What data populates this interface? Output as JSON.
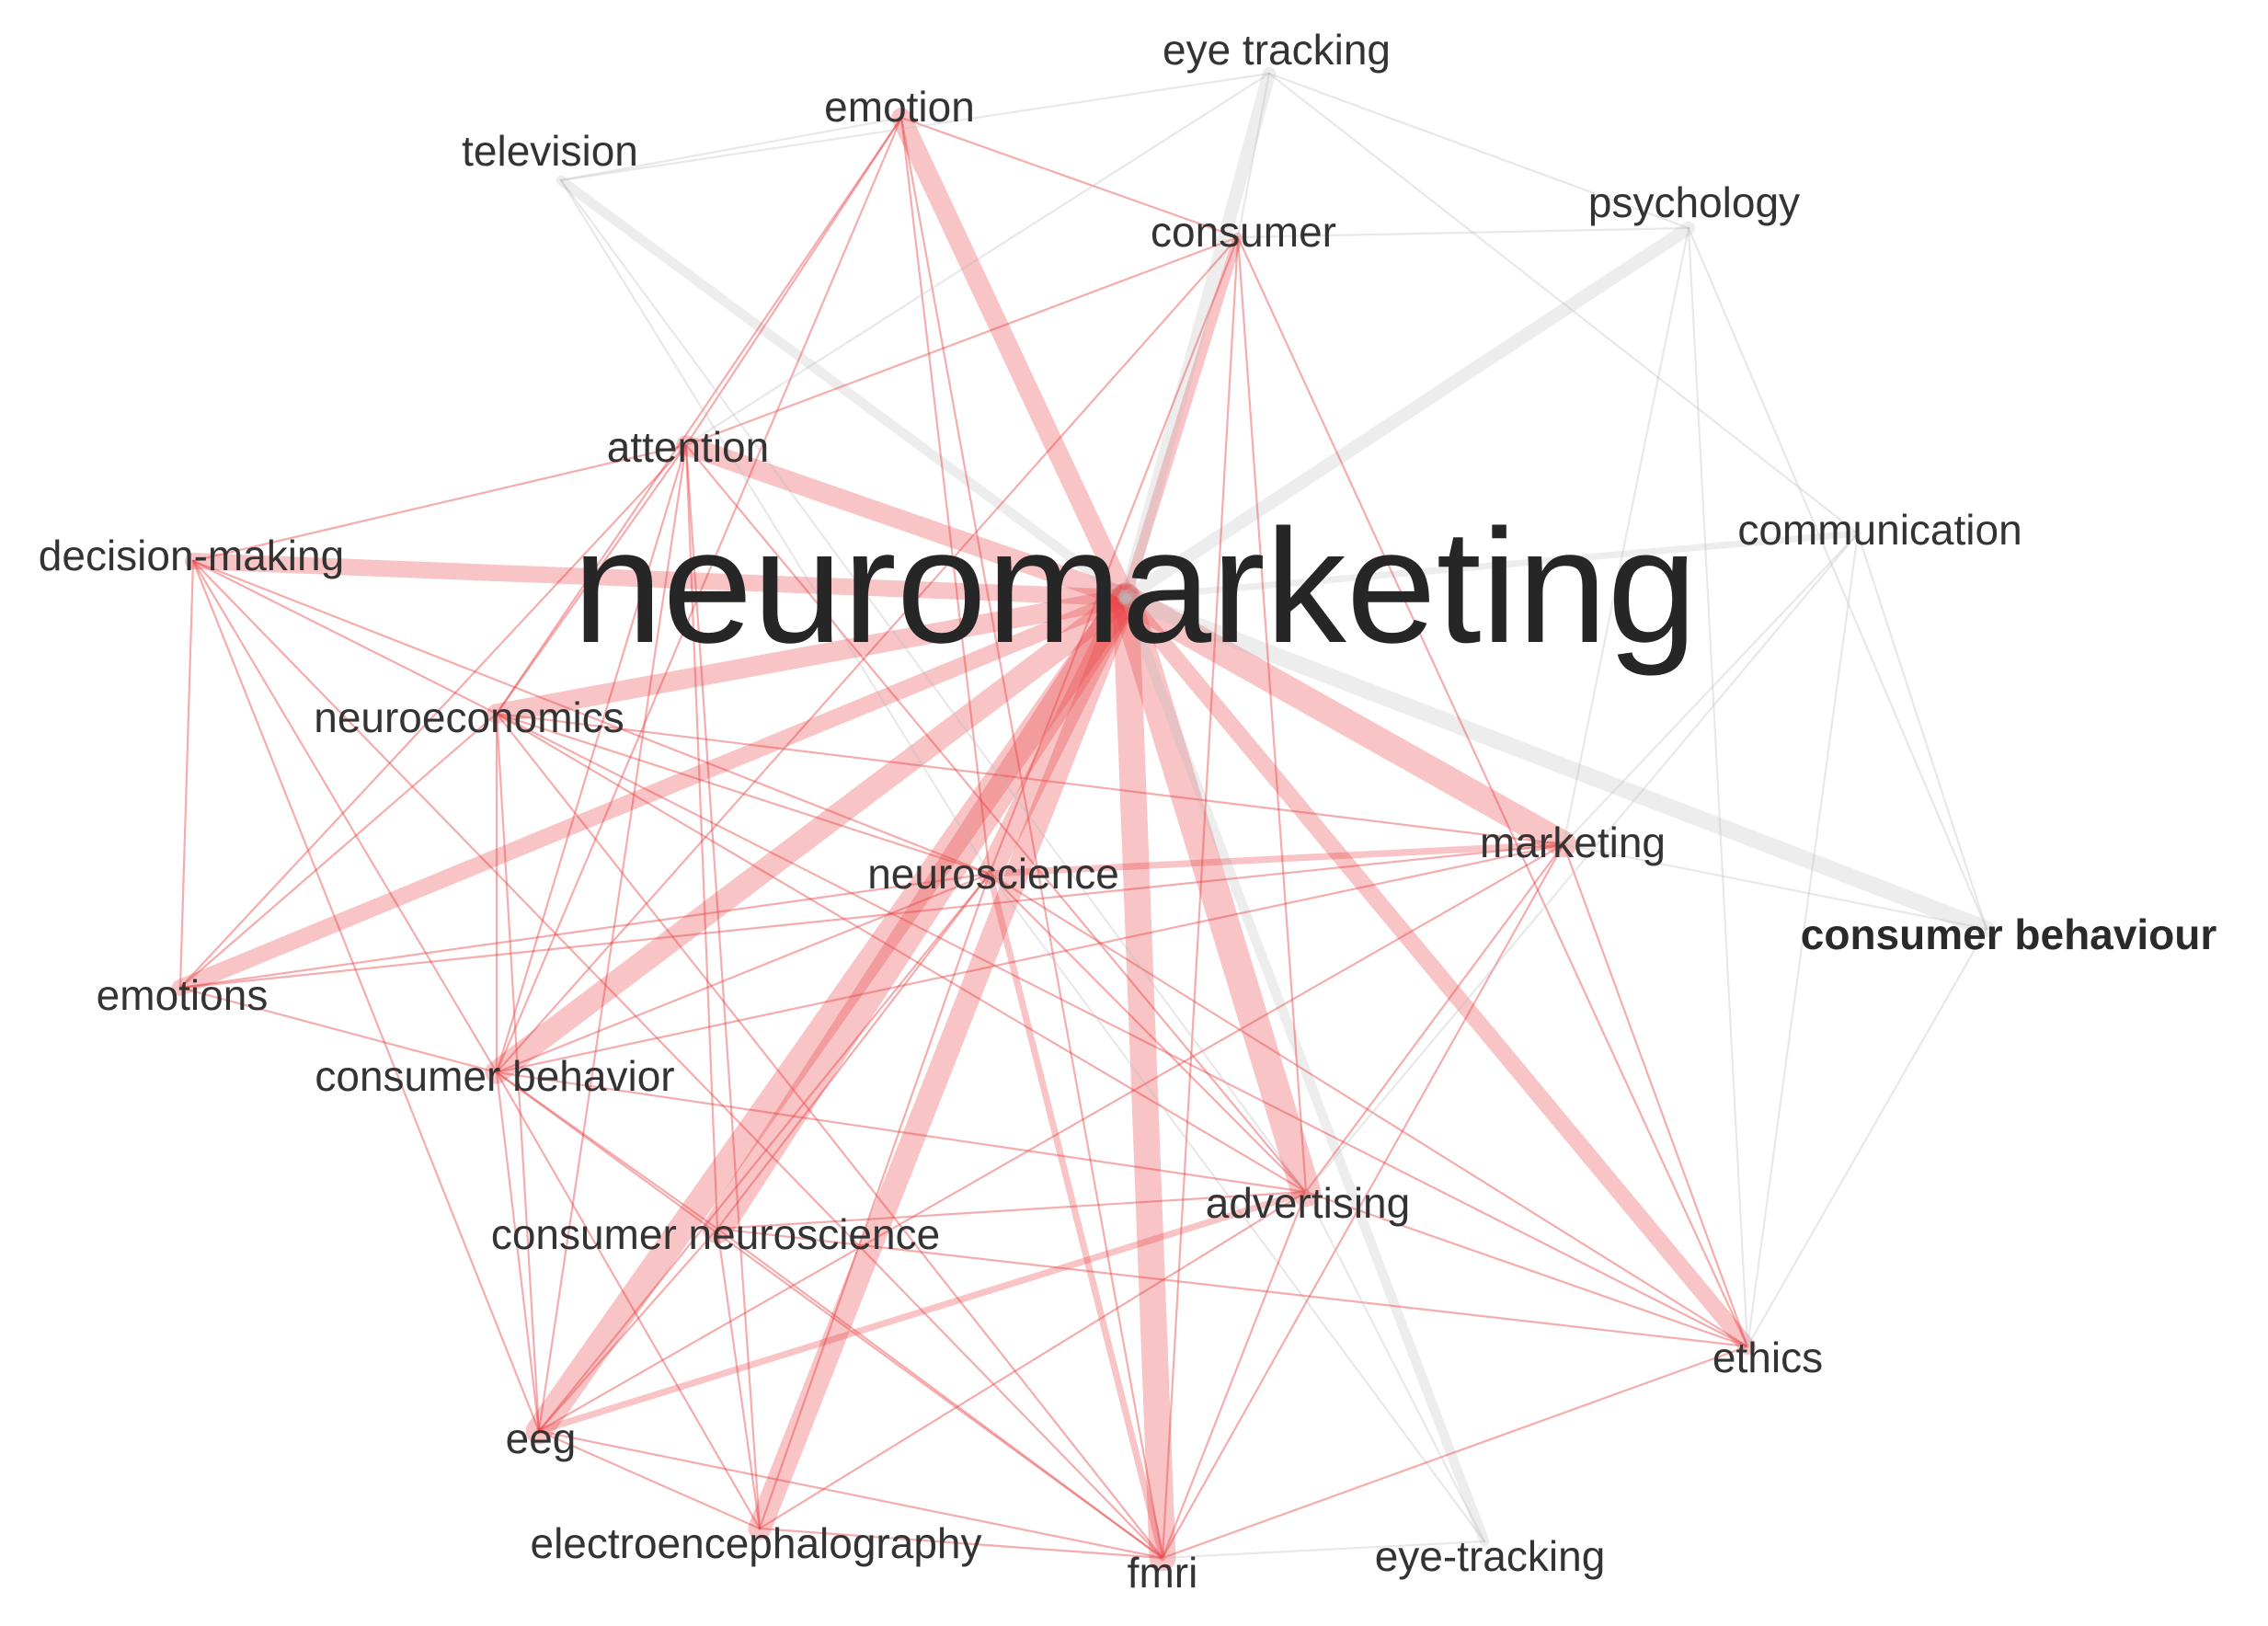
{
  "diagram": {
    "type": "keyword-co-occurrence-network",
    "colors": {
      "red_edge": "#e8464a",
      "gray_edge": "#bdbdbd",
      "label": "#333333",
      "background": "#ffffff"
    },
    "nodes": [
      {
        "id": "eye_tracking",
        "label": "eye tracking",
        "group": "gray"
      },
      {
        "id": "emotion",
        "label": "emotion",
        "group": "red"
      },
      {
        "id": "television",
        "label": "television",
        "group": "gray"
      },
      {
        "id": "consumer",
        "label": "consumer",
        "group": "red"
      },
      {
        "id": "psychology",
        "label": "psychology",
        "group": "gray"
      },
      {
        "id": "attention",
        "label": "attention",
        "group": "red"
      },
      {
        "id": "decision_making",
        "label": "decision-making",
        "group": "red"
      },
      {
        "id": "neuromarketing",
        "label": "neuromarketing",
        "group": "red"
      },
      {
        "id": "communication",
        "label": "communication",
        "group": "gray"
      },
      {
        "id": "neuroeconomics",
        "label": "neuroeconomics",
        "group": "red"
      },
      {
        "id": "marketing",
        "label": "marketing",
        "group": "red"
      },
      {
        "id": "neuroscience",
        "label": "neuroscience",
        "group": "red"
      },
      {
        "id": "consumer_behaviour",
        "label": "consumer behaviour",
        "group": "gray"
      },
      {
        "id": "emotions",
        "label": "emotions",
        "group": "red"
      },
      {
        "id": "consumer_behavior",
        "label": "consumer behavior",
        "group": "red"
      },
      {
        "id": "advertising",
        "label": "advertising",
        "group": "red"
      },
      {
        "id": "consumer_neuroscience",
        "label": "consumer neuroscience",
        "group": "red"
      },
      {
        "id": "ethics",
        "label": "ethics",
        "group": "red"
      },
      {
        "id": "eeg",
        "label": "eeg",
        "group": "red"
      },
      {
        "id": "electroencephalography",
        "label": "electroencephalography",
        "group": "red"
      },
      {
        "id": "fmri",
        "label": "fmri",
        "group": "red"
      },
      {
        "id": "eye_tracking_2",
        "label": "eye-tracking",
        "group": "gray"
      }
    ],
    "edges": [
      {
        "s": "neuromarketing",
        "t": "attention",
        "w": 6,
        "c": "red"
      },
      {
        "s": "neuromarketing",
        "t": "decision_making",
        "w": 5,
        "c": "red"
      },
      {
        "s": "neuromarketing",
        "t": "neuroeconomics",
        "w": 6,
        "c": "red"
      },
      {
        "s": "neuromarketing",
        "t": "emotions",
        "w": 5,
        "c": "red"
      },
      {
        "s": "neuromarketing",
        "t": "consumer_behavior",
        "w": 7,
        "c": "red"
      },
      {
        "s": "neuromarketing",
        "t": "eeg",
        "w": 8,
        "c": "red"
      },
      {
        "s": "neuromarketing",
        "t": "consumer_neuroscience",
        "w": 9,
        "c": "red"
      },
      {
        "s": "neuromarketing",
        "t": "electroencephalography",
        "w": 7,
        "c": "red"
      },
      {
        "s": "neuromarketing",
        "t": "fmri",
        "w": 8,
        "c": "red"
      },
      {
        "s": "neuromarketing",
        "t": "advertising",
        "w": 9,
        "c": "red"
      },
      {
        "s": "neuromarketing",
        "t": "marketing",
        "w": 8,
        "c": "red"
      },
      {
        "s": "neuromarketing",
        "t": "ethics",
        "w": 5,
        "c": "red"
      },
      {
        "s": "neuromarketing",
        "t": "emotion",
        "w": 6,
        "c": "red"
      },
      {
        "s": "neuromarketing",
        "t": "consumer",
        "w": 3,
        "c": "red"
      },
      {
        "s": "neuromarketing",
        "t": "neuroscience",
        "w": 7,
        "c": "red"
      },
      {
        "s": "neuromarketing",
        "t": "psychology",
        "w": 4,
        "c": "gray"
      },
      {
        "s": "neuromarketing",
        "t": "eye_tracking",
        "w": 4,
        "c": "gray"
      },
      {
        "s": "neuromarketing",
        "t": "television",
        "w": 3,
        "c": "gray"
      },
      {
        "s": "neuromarketing",
        "t": "consumer_behaviour",
        "w": 5,
        "c": "gray"
      },
      {
        "s": "neuromarketing",
        "t": "communication",
        "w": 2,
        "c": "gray"
      },
      {
        "s": "neuromarketing",
        "t": "eye_tracking_2",
        "w": 3,
        "c": "gray"
      },
      {
        "s": "emotion",
        "t": "attention",
        "w": 1,
        "c": "red"
      },
      {
        "s": "emotion",
        "t": "consumer",
        "w": 1,
        "c": "red"
      },
      {
        "s": "emotion",
        "t": "neuroscience",
        "w": 1,
        "c": "red"
      },
      {
        "s": "emotion",
        "t": "neuroeconomics",
        "w": 1,
        "c": "red"
      },
      {
        "s": "emotion",
        "t": "consumer_behavior",
        "w": 1,
        "c": "red"
      },
      {
        "s": "emotion",
        "t": "fmri",
        "w": 1,
        "c": "red"
      },
      {
        "s": "emotion",
        "t": "television",
        "w": 1,
        "c": "gray"
      },
      {
        "s": "consumer",
        "t": "neuroscience",
        "w": 1,
        "c": "red"
      },
      {
        "s": "consumer",
        "t": "attention",
        "w": 1,
        "c": "red"
      },
      {
        "s": "consumer",
        "t": "advertising",
        "w": 1,
        "c": "red"
      },
      {
        "s": "consumer",
        "t": "consumer_behavior",
        "w": 1,
        "c": "red"
      },
      {
        "s": "consumer",
        "t": "fmri",
        "w": 1,
        "c": "red"
      },
      {
        "s": "consumer",
        "t": "ethics",
        "w": 1,
        "c": "red"
      },
      {
        "s": "consumer",
        "t": "psychology",
        "w": 1,
        "c": "gray"
      },
      {
        "s": "consumer",
        "t": "eye_tracking",
        "w": 1,
        "c": "gray"
      },
      {
        "s": "attention",
        "t": "decision_making",
        "w": 1,
        "c": "red"
      },
      {
        "s": "attention",
        "t": "neuroeconomics",
        "w": 1,
        "c": "red"
      },
      {
        "s": "attention",
        "t": "emotions",
        "w": 1,
        "c": "red"
      },
      {
        "s": "attention",
        "t": "consumer_behavior",
        "w": 1,
        "c": "red"
      },
      {
        "s": "attention",
        "t": "consumer_neuroscience",
        "w": 1,
        "c": "red"
      },
      {
        "s": "attention",
        "t": "eeg",
        "w": 1,
        "c": "red"
      },
      {
        "s": "attention",
        "t": "advertising",
        "w": 1,
        "c": "red"
      },
      {
        "s": "attention",
        "t": "electroencephalography",
        "w": 1,
        "c": "red"
      },
      {
        "s": "attention",
        "t": "eye_tracking",
        "w": 1,
        "c": "gray"
      },
      {
        "s": "decision_making",
        "t": "emotions",
        "w": 1,
        "c": "red"
      },
      {
        "s": "decision_making",
        "t": "neuroeconomics",
        "w": 1,
        "c": "red"
      },
      {
        "s": "decision_making",
        "t": "consumer_behavior",
        "w": 1,
        "c": "red"
      },
      {
        "s": "decision_making",
        "t": "neuroscience",
        "w": 1,
        "c": "red"
      },
      {
        "s": "decision_making",
        "t": "eeg",
        "w": 1,
        "c": "red"
      },
      {
        "s": "decision_making",
        "t": "fmri",
        "w": 1,
        "c": "red"
      },
      {
        "s": "neuroeconomics",
        "t": "emotions",
        "w": 1,
        "c": "red"
      },
      {
        "s": "neuroeconomics",
        "t": "neuroscience",
        "w": 1,
        "c": "red"
      },
      {
        "s": "neuroeconomics",
        "t": "marketing",
        "w": 1,
        "c": "red"
      },
      {
        "s": "neuroeconomics",
        "t": "consumer_behavior",
        "w": 1,
        "c": "red"
      },
      {
        "s": "neuroeconomics",
        "t": "eeg",
        "w": 1,
        "c": "red"
      },
      {
        "s": "neuroeconomics",
        "t": "fmri",
        "w": 1,
        "c": "red"
      },
      {
        "s": "neuroeconomics",
        "t": "ethics",
        "w": 1,
        "c": "red"
      },
      {
        "s": "neuroeconomics",
        "t": "advertising",
        "w": 1,
        "c": "red"
      },
      {
        "s": "neuroscience",
        "t": "marketing",
        "w": 2,
        "c": "red"
      },
      {
        "s": "neuroscience",
        "t": "emotions",
        "w": 1,
        "c": "red"
      },
      {
        "s": "neuroscience",
        "t": "consumer_behavior",
        "w": 1,
        "c": "red"
      },
      {
        "s": "neuroscience",
        "t": "consumer_neuroscience",
        "w": 1,
        "c": "red"
      },
      {
        "s": "neuroscience",
        "t": "advertising",
        "w": 1,
        "c": "red"
      },
      {
        "s": "neuroscience",
        "t": "eeg",
        "w": 1,
        "c": "red"
      },
      {
        "s": "neuroscience",
        "t": "fmri",
        "w": 2,
        "c": "red"
      },
      {
        "s": "neuroscience",
        "t": "ethics",
        "w": 1,
        "c": "red"
      },
      {
        "s": "neuroscience",
        "t": "electroencephalography",
        "w": 1,
        "c": "red"
      },
      {
        "s": "neuroscience",
        "t": "television",
        "w": 1,
        "c": "gray"
      },
      {
        "s": "neuroscience",
        "t": "eye_tracking_2",
        "w": 1,
        "c": "gray"
      },
      {
        "s": "marketing",
        "t": "advertising",
        "w": 1,
        "c": "red"
      },
      {
        "s": "marketing",
        "t": "emotions",
        "w": 1,
        "c": "red"
      },
      {
        "s": "marketing",
        "t": "consumer_behavior",
        "w": 1,
        "c": "red"
      },
      {
        "s": "marketing",
        "t": "eeg",
        "w": 1,
        "c": "red"
      },
      {
        "s": "marketing",
        "t": "ethics",
        "w": 1,
        "c": "red"
      },
      {
        "s": "marketing",
        "t": "fmri",
        "w": 1,
        "c": "red"
      },
      {
        "s": "marketing",
        "t": "consumer_behaviour",
        "w": 1,
        "c": "gray"
      },
      {
        "s": "marketing",
        "t": "psychology",
        "w": 1,
        "c": "gray"
      },
      {
        "s": "marketing",
        "t": "communication",
        "w": 1,
        "c": "gray"
      },
      {
        "s": "emotions",
        "t": "consumer_behavior",
        "w": 1,
        "c": "red"
      },
      {
        "s": "consumer_behavior",
        "t": "consumer_neuroscience",
        "w": 1,
        "c": "red"
      },
      {
        "s": "consumer_behavior",
        "t": "eeg",
        "w": 1,
        "c": "red"
      },
      {
        "s": "consumer_behavior",
        "t": "advertising",
        "w": 1,
        "c": "red"
      },
      {
        "s": "consumer_behavior",
        "t": "fmri",
        "w": 1,
        "c": "red"
      },
      {
        "s": "consumer_behavior",
        "t": "electroencephalography",
        "w": 1,
        "c": "red"
      },
      {
        "s": "consumer_neuroscience",
        "t": "advertising",
        "w": 1,
        "c": "red"
      },
      {
        "s": "consumer_neuroscience",
        "t": "eeg",
        "w": 1,
        "c": "red"
      },
      {
        "s": "consumer_neuroscience",
        "t": "fmri",
        "w": 1,
        "c": "red"
      },
      {
        "s": "consumer_neuroscience",
        "t": "ethics",
        "w": 1,
        "c": "red"
      },
      {
        "s": "consumer_neuroscience",
        "t": "electroencephalography",
        "w": 1,
        "c": "red"
      },
      {
        "s": "advertising",
        "t": "eeg",
        "w": 2,
        "c": "red"
      },
      {
        "s": "advertising",
        "t": "electroencephalography",
        "w": 1,
        "c": "red"
      },
      {
        "s": "advertising",
        "t": "fmri",
        "w": 1,
        "c": "red"
      },
      {
        "s": "advertising",
        "t": "ethics",
        "w": 1,
        "c": "red"
      },
      {
        "s": "advertising",
        "t": "television",
        "w": 1,
        "c": "gray"
      },
      {
        "s": "eeg",
        "t": "fmri",
        "w": 1,
        "c": "red"
      },
      {
        "s": "eeg",
        "t": "electroencephalography",
        "w": 1,
        "c": "red"
      },
      {
        "s": "electroencephalography",
        "t": "fmri",
        "w": 1,
        "c": "red"
      },
      {
        "s": "fmri",
        "t": "ethics",
        "w": 1,
        "c": "red"
      },
      {
        "s": "fmri",
        "t": "eye_tracking_2",
        "w": 1,
        "c": "gray"
      },
      {
        "s": "psychology",
        "t": "consumer_behaviour",
        "w": 1,
        "c": "gray"
      },
      {
        "s": "psychology",
        "t": "ethics",
        "w": 1,
        "c": "gray"
      },
      {
        "s": "psychology",
        "t": "eye_tracking",
        "w": 1,
        "c": "gray"
      },
      {
        "s": "communication",
        "t": "consumer_behaviour",
        "w": 1,
        "c": "gray"
      },
      {
        "s": "communication",
        "t": "eye_tracking",
        "w": 1,
        "c": "gray"
      },
      {
        "s": "communication",
        "t": "ethics",
        "w": 1,
        "c": "gray"
      },
      {
        "s": "communication",
        "t": "advertising",
        "w": 1,
        "c": "gray"
      },
      {
        "s": "consumer_behaviour",
        "t": "ethics",
        "w": 1,
        "c": "gray"
      },
      {
        "s": "eye_tracking_2",
        "t": "advertising",
        "w": 1,
        "c": "gray"
      },
      {
        "s": "eye_tracking",
        "t": "television",
        "w": 1,
        "c": "gray"
      }
    ]
  }
}
